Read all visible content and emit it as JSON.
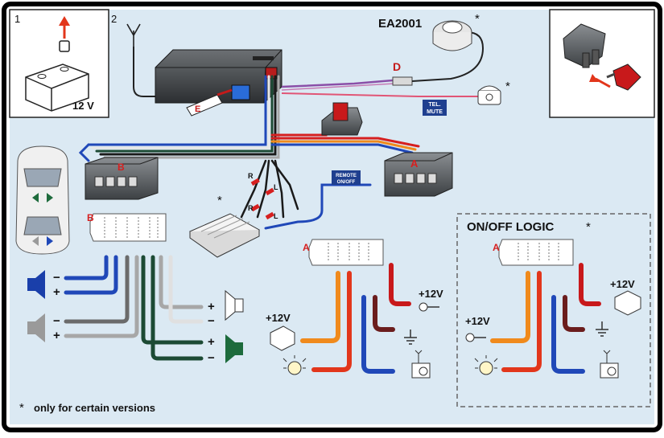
{
  "panel_numbers": {
    "battery": "1",
    "antenna": "2"
  },
  "battery": {
    "voltage": "12 V"
  },
  "accessory_model": "EA2001",
  "asterisk": "*",
  "connector_labels": {
    "a": "A",
    "b": "B",
    "d": "D",
    "e": "E"
  },
  "tel_mute": {
    "line1": "TEL.",
    "line2": "MUTE"
  },
  "remote_on_off": {
    "line1": "REMOTE",
    "line2": "ON/OFF"
  },
  "channel_letters": {
    "right": "R",
    "left": "L"
  },
  "polarity": {
    "plus": "+",
    "minus": "−"
  },
  "supply": {
    "plus_12v": "+12V"
  },
  "logic_section": {
    "title": "ON/OFF LOGIC"
  },
  "footnote": {
    "text": "only for certain versions"
  },
  "colors": {
    "frame_border": "#000000",
    "panel_background": "#dbe9f3",
    "wire_red": "#d61f1f",
    "wire_orange": "#f08a1c",
    "wire_blue": "#2048b8",
    "wire_brown": "#6b1d1d",
    "wire_dark_green": "#1c4a34",
    "wire_grey": "#a7a7a7",
    "wire_black": "#1a1a1a",
    "radio_body": "#3e4246",
    "connector_grey": "#5b5f63",
    "label_box_blue": "#1f3f8f",
    "speaker_blue": "#1a3faa",
    "speaker_green": "#1d6b3c"
  }
}
